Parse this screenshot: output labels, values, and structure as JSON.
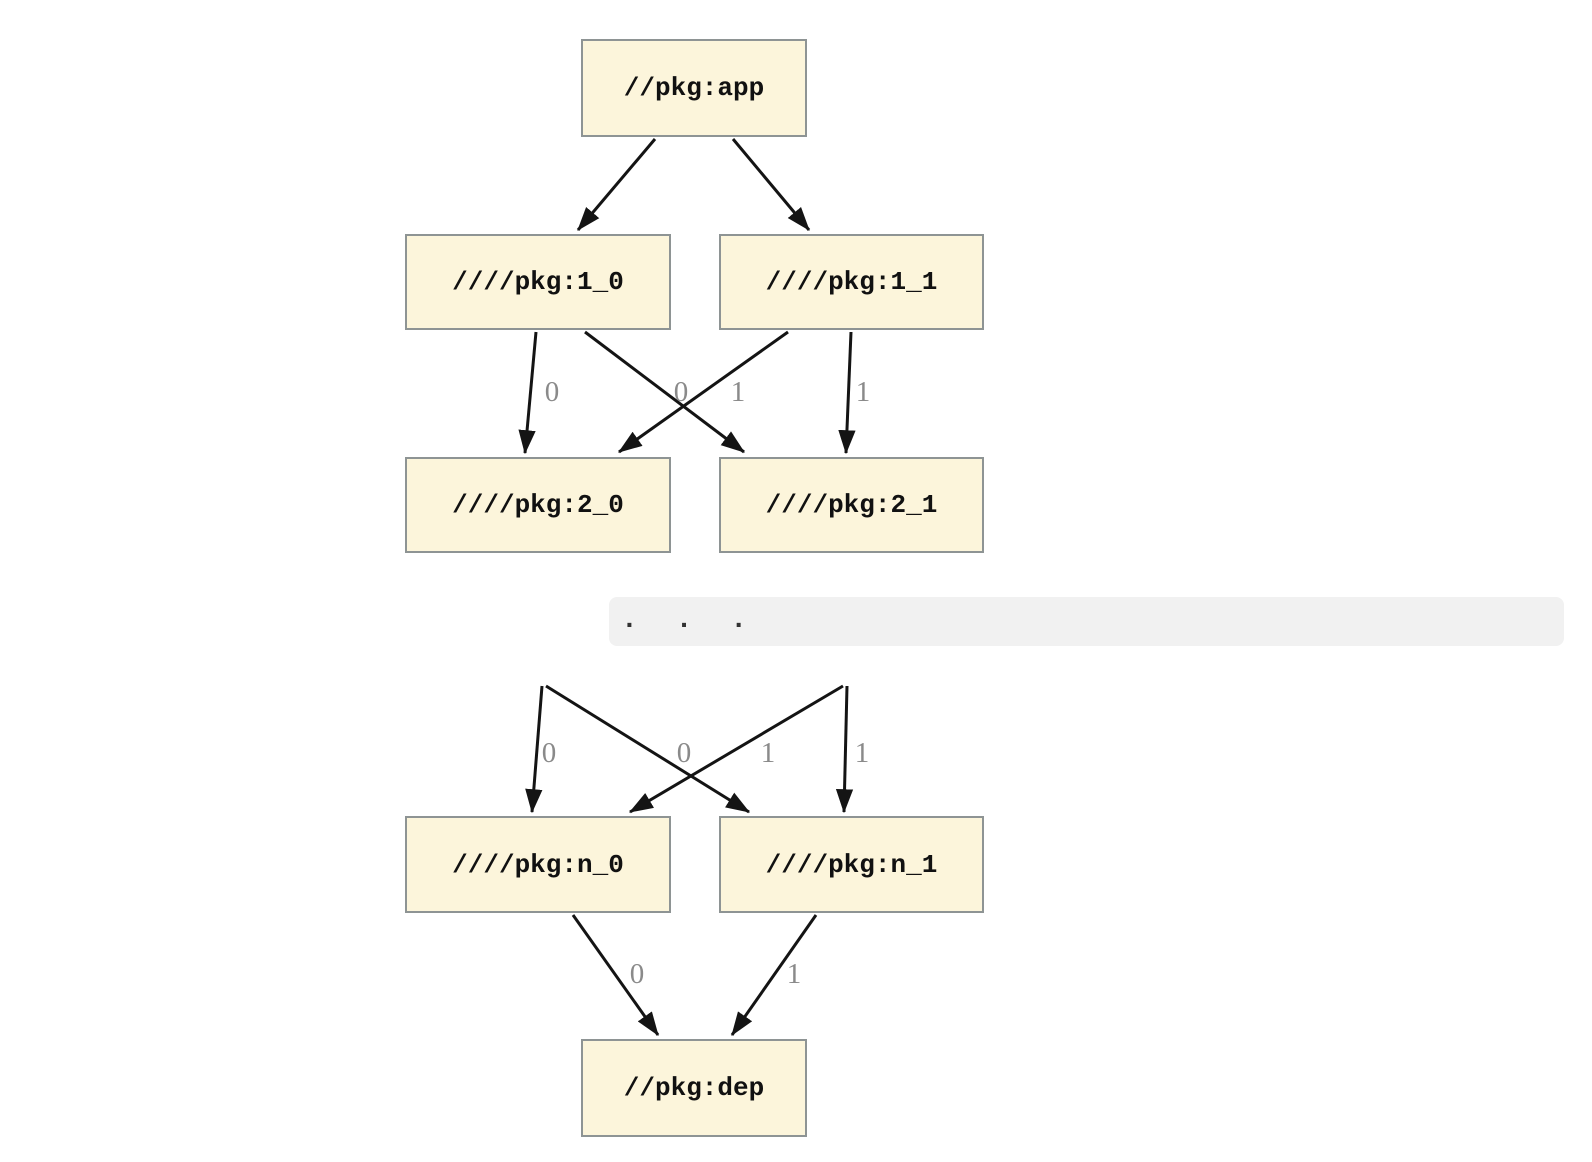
{
  "diagram": {
    "ellipsis_label": ". . .",
    "nodes": {
      "app": {
        "label": "//pkg:app"
      },
      "v1_0": {
        "label": "////pkg:1_0"
      },
      "v1_1": {
        "label": "////pkg:1_1"
      },
      "v2_0": {
        "label": "////pkg:2_0"
      },
      "v2_1": {
        "label": "////pkg:2_1"
      },
      "vn_0": {
        "label": "////pkg:n_0"
      },
      "vn_1": {
        "label": "////pkg:n_1"
      },
      "dep": {
        "label": "//pkg:dep"
      }
    },
    "edges": [
      {
        "from": "//pkg:app",
        "to": "////pkg:1_0",
        "label": ""
      },
      {
        "from": "//pkg:app",
        "to": "////pkg:1_1",
        "label": ""
      },
      {
        "from": "////pkg:1_0",
        "to": "////pkg:2_0",
        "label": "0"
      },
      {
        "from": "////pkg:1_0",
        "to": "////pkg:2_1",
        "label": "1"
      },
      {
        "from": "////pkg:1_1",
        "to": "////pkg:2_0",
        "label": "0"
      },
      {
        "from": "////pkg:1_1",
        "to": "////pkg:2_1",
        "label": "1"
      },
      {
        "from": "hidden-left",
        "to": "////pkg:n_0",
        "label": "0"
      },
      {
        "from": "hidden-left",
        "to": "////pkg:n_1",
        "label": "1"
      },
      {
        "from": "hidden-right",
        "to": "////pkg:n_0",
        "label": "0"
      },
      {
        "from": "hidden-right",
        "to": "////pkg:n_1",
        "label": "1"
      },
      {
        "from": "////pkg:n_0",
        "to": "//pkg:dep",
        "label": "0"
      },
      {
        "from": "////pkg:n_1",
        "to": "//pkg:dep",
        "label": "1"
      }
    ],
    "colors": {
      "node_fill": "#FCF5DB",
      "node_border": "#8E9494",
      "edge": "#141414",
      "edge_label": "#8A8A8A",
      "ellipsis_bar": "#F1F1F1",
      "ellipsis_dots": "#333333",
      "page_bg": "#FFFFFF"
    }
  }
}
